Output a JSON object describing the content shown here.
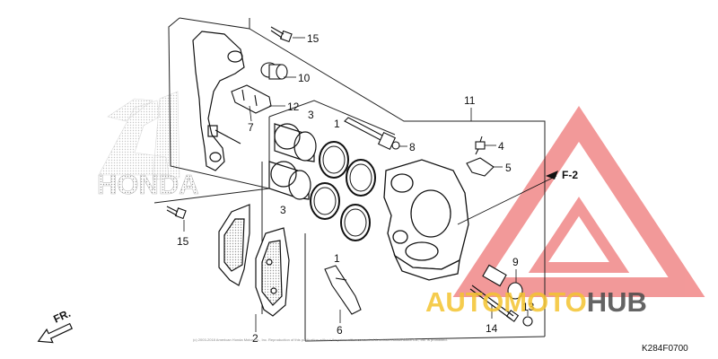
{
  "diagram": {
    "part_labels": [
      "15",
      "10",
      "12",
      "7",
      "3",
      "1",
      "8",
      "11",
      "4",
      "5",
      "F-2",
      "3",
      "1",
      "15",
      "2",
      "6",
      "9",
      "14",
      "13"
    ],
    "drawing_code": "K284F0700",
    "direction_label": "FR.",
    "brand_watermark": "HONDA",
    "copyright_note": "(c) 2003-2018 American Honda Motor Co., Inc. Reproduction of this publication without the prior written consent of American Honda Motor Co., Inc. is prohibited."
  },
  "watermark": {
    "brand_part1": "AUTO",
    "brand_part2": "MOTO",
    "brand_part3": "HUB",
    "colors": {
      "triangle": "#f08080",
      "auto": "#f4c430",
      "moto": "#f4c430",
      "hub": "#4a4a4a"
    }
  }
}
